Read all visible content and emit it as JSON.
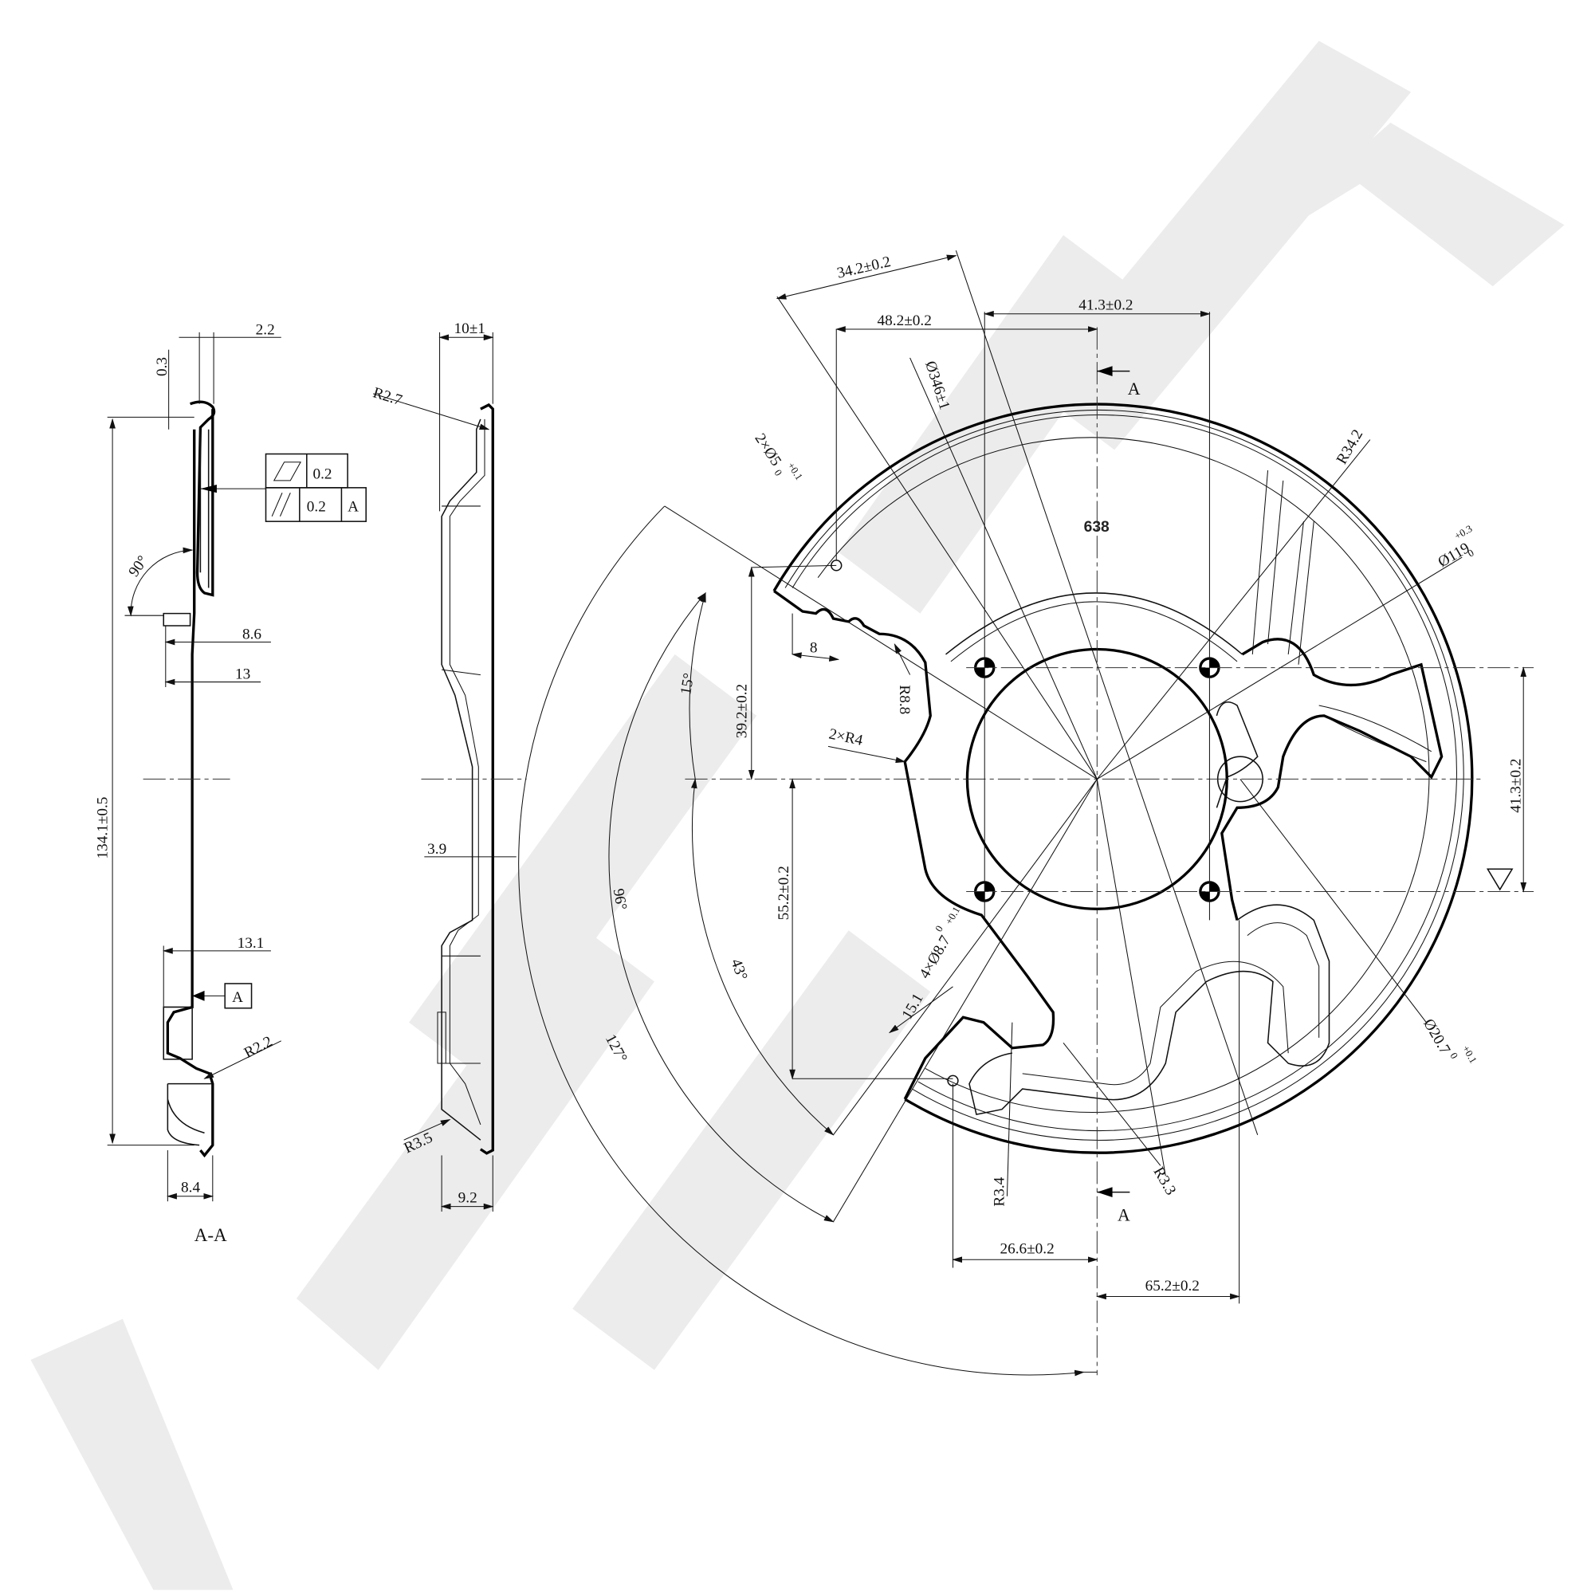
{
  "drawing": {
    "colors": {
      "line": "#111111",
      "watermark": "#ececec"
    },
    "section_view": {
      "title": "A-A",
      "dims": {
        "d2_2": "2.2",
        "d0_3": "0.3",
        "d134": "134.1±0.5",
        "angle90": "90°",
        "d8_6": "8.6",
        "d13": "13",
        "d13_1": "13.1",
        "r2_2": "R2.2",
        "d8_4": "8.4"
      },
      "fcf": {
        "flatness_symbol": "flatness",
        "flatness_value": "0.2",
        "parallel_symbol": "//",
        "parallel_value": "0.2",
        "parallel_datum": "A"
      },
      "datum": "A"
    },
    "side_view": {
      "dims": {
        "d10": "10±1",
        "r2_7": "R2.7",
        "d3_9": "3.9",
        "r3_5": "R3.5",
        "d9_2": "9.2"
      }
    },
    "main_view": {
      "part_mark": "638",
      "section_marker_top": "A",
      "section_marker_bottom": "A",
      "dims": {
        "d34_2": "34.2±0.2",
        "d48_2": "48.2±0.2",
        "d41_3_top": "41.3±0.2",
        "dia346": "Ø346±1",
        "holes2": "2×Ø5",
        "holes2_tol_up": "+0.1",
        "holes2_tol_lo": "0",
        "r34_2": "R34.2",
        "dia119": "Ø119",
        "dia119_tol_up": "+0.3",
        "dia119_tol_lo": "0",
        "a15": "15°",
        "d39_2": "39.2±0.2",
        "d8": "8",
        "r8_8": "R8.8",
        "r4": "2×R4",
        "d41_3_right": "41.3±0.2",
        "d55_2": "55.2±0.2",
        "a96": "96°",
        "holes4": "4×Ø8.7",
        "holes4_tol_up": "+0.1",
        "holes4_tol_lo": "0",
        "a43": "43°",
        "d15_1": "15.1",
        "a127": "127°",
        "dia20_7": "Ø20.7",
        "dia20_7_tol_up": "+0.1",
        "dia20_7_tol_lo": "0",
        "r3_4": "R3.4",
        "r3_3": "R3.3",
        "d26_6": "26.6±0.2",
        "d65_2": "65.2±0.2"
      }
    }
  }
}
